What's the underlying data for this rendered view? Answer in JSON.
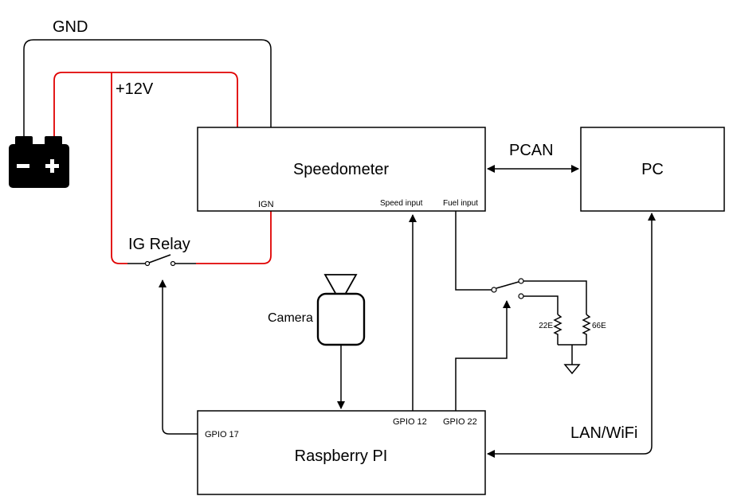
{
  "labels": {
    "gnd": "GND",
    "plus12v": "+12V",
    "ig_relay": "IG Relay",
    "camera": "Camera",
    "pcan": "PCAN",
    "lan_wifi": "LAN/WiFi",
    "r1": "22E",
    "r2": "66E"
  },
  "speedometer": {
    "title": "Speedometer",
    "ign": "IGN",
    "speed_input": "Speed input",
    "fuel_input": "Fuel input"
  },
  "pc": {
    "title": "PC"
  },
  "raspberry": {
    "title": "Raspberry PI",
    "gpio17": "GPIO 17",
    "gpio12": "GPIO 12",
    "gpio22": "GPIO 22"
  },
  "colors": {
    "power_wire": "#e00000",
    "wire": "#000000",
    "battery": "#000000"
  },
  "icons": {
    "battery": "battery-icon",
    "camera": "camera-icon",
    "ground": "ground-icon"
  }
}
